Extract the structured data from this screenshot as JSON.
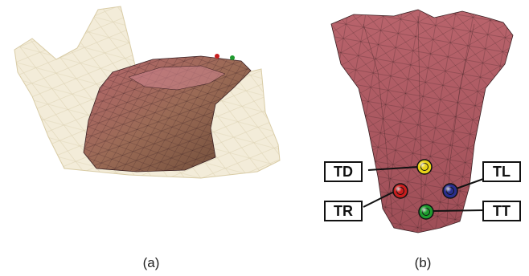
{
  "captions": {
    "panel_a": "(a)",
    "panel_b": "(b)"
  },
  "sensors": {
    "td": {
      "label": "TD",
      "color": "#e8d21a"
    },
    "tl": {
      "label": "TL",
      "color": "#2a2f8c"
    },
    "tr": {
      "label": "TR",
      "color": "#c81e1e"
    },
    "tt": {
      "label": "TT",
      "color": "#1e9a2e"
    }
  },
  "colors": {
    "tongue": "#a85a62",
    "tongue_light": "#c27a80",
    "jaw_bone": "#efe6cc",
    "mesh_line": "#3a1f22"
  }
}
